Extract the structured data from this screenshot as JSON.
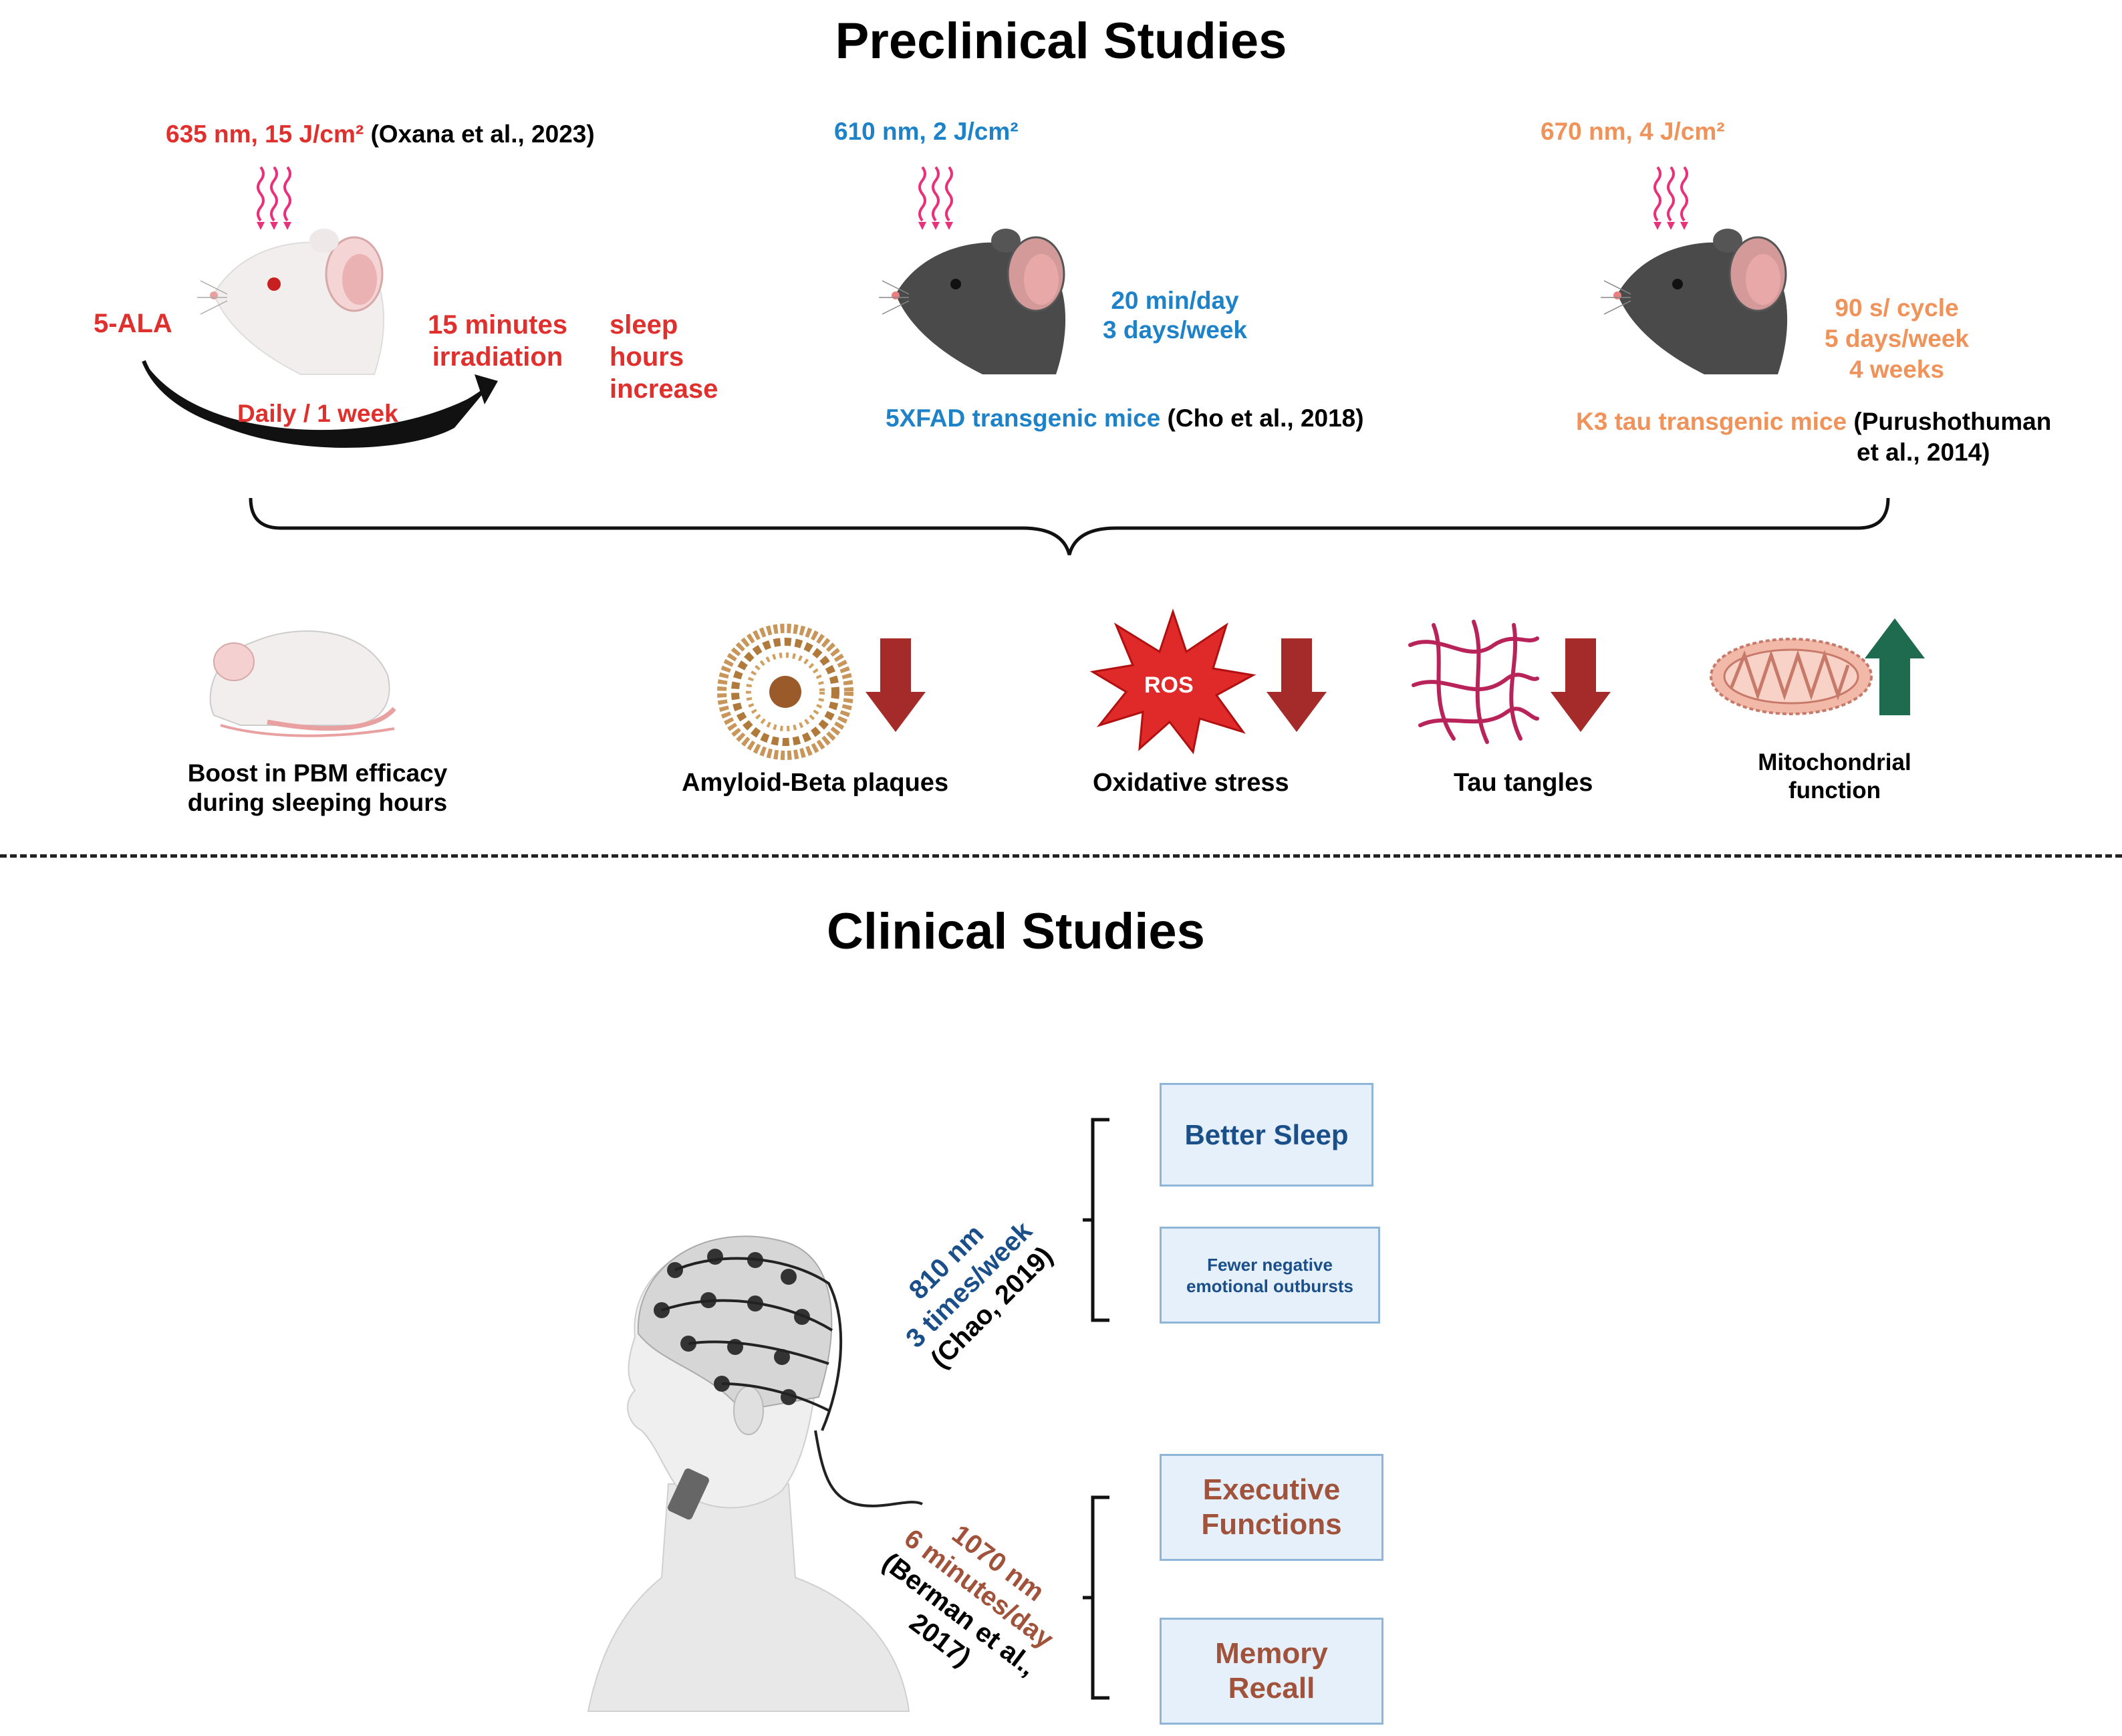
{
  "preclinical": {
    "title": "Preclinical Studies",
    "study1": {
      "params": "635 nm, 15 J/cm²",
      "citation": "(Oxana et al., 2023)",
      "drug": "5-ALA",
      "irradiation_line1": "15 minutes",
      "irradiation_line2": "irradiation",
      "schedule": "Daily / 1 week",
      "outcome_line1": "sleep",
      "outcome_line2": "hours",
      "outcome_line3": "increase"
    },
    "study2": {
      "params": "610 nm, 2 J/cm²",
      "schedule_line1": "20 min/day",
      "schedule_line2": "3 days/week",
      "model": "5XFAD transgenic mice",
      "citation": "(Cho et al., 2018)"
    },
    "study3": {
      "params": "670 nm, 4 J/cm²",
      "schedule_line1": "90 s/ cycle",
      "schedule_line2": "5 days/week",
      "schedule_line3": "4 weeks",
      "model": "K3 tau transgenic mice",
      "citation_line1": "(Purushothuman",
      "citation_line2": "et al., 2014)"
    },
    "outcomes": {
      "sleep_line1": "Boost in PBM efficacy",
      "sleep_line2": "during sleeping hours",
      "amyloid": "Amyloid-Beta plaques",
      "ros_badge": "ROS",
      "oxidative": "Oxidative stress",
      "tau": "Tau  tangles",
      "mito_line1": "Mitochondrial",
      "mito_line2": "function"
    }
  },
  "clinical": {
    "title": "Clinical Studies",
    "study1": {
      "line1": "810 nm",
      "line2": "3 times/week",
      "citation": "(Chao, 2019)",
      "box1": "Better Sleep",
      "box2_line1": "Fewer negative",
      "box2_line2": "emotional outbursts"
    },
    "study2": {
      "line1": "1070 nm",
      "line2": "6 minutes/day",
      "citation_line1": "(Berman et al.,",
      "citation_line2": "2017)",
      "box1_line1": "Executive",
      "box1_line2": "Functions",
      "box2_line1": "Memory",
      "box2_line2": "Recall"
    }
  },
  "colors": {
    "red": "#e0302e",
    "blue": "#1d82c8",
    "orange": "#f0935a",
    "down_arrow": "#a52a2a",
    "up_arrow": "#1e6b4f",
    "clinical_blue": "#1a4f8a",
    "clinical_brown": "#a0523a"
  }
}
